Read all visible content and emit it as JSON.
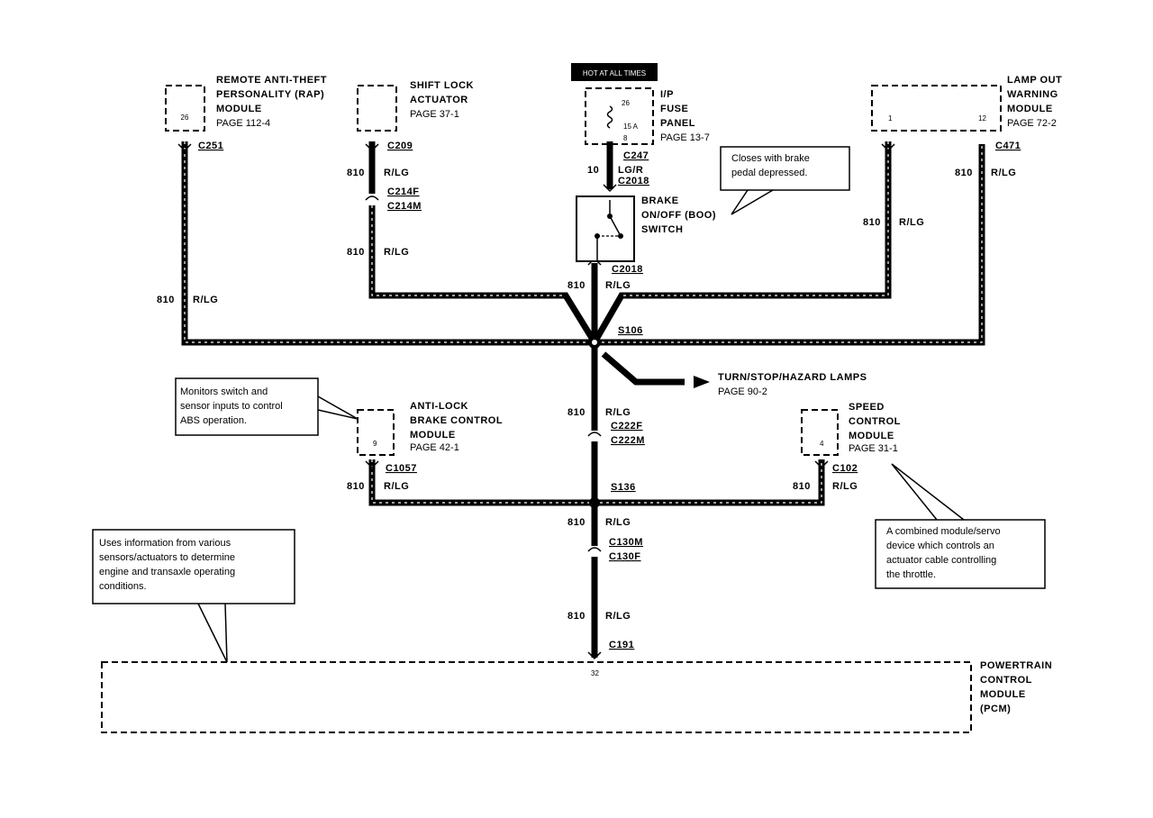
{
  "hot_label": "HOT AT ALL TIMES",
  "modules": {
    "rap": {
      "line1": "REMOTE ANTI-THEFT",
      "line2": "PERSONALITY (RAP)",
      "line3": "MODULE",
      "page": "PAGE 112-4",
      "pin": "26",
      "connector": "C251"
    },
    "shift_lock": {
      "line1": "SHIFT LOCK",
      "line2": "ACTUATOR",
      "page": "PAGE 37-1",
      "connector": "C209"
    },
    "fuse_panel": {
      "line1": "I/P",
      "line2": "FUSE",
      "line3": "PANEL",
      "page": "PAGE 13-7",
      "pin": "26",
      "fuse": "15 A",
      "pin2": "8",
      "connector": "C247"
    },
    "lamp_out": {
      "line1": "LAMP OUT",
      "line2": "WARNING",
      "line3": "MODULE",
      "page": "PAGE 72-2",
      "pin_left": "1",
      "pin_right": "12",
      "connector": "C471"
    },
    "boo": {
      "line1": "BRAKE",
      "line2": "ON/OFF (BOO)",
      "line3": "SWITCH",
      "connector_top": "C2018",
      "connector_bottom": "C2018"
    },
    "abs": {
      "line1": "ANTI-LOCK",
      "line2": "BRAKE CONTROL",
      "line3": "MODULE",
      "page": "PAGE 42-1",
      "pin": "9",
      "connector": "C1057"
    },
    "speed": {
      "line1": "SPEED",
      "line2": "CONTROL",
      "line3": "MODULE",
      "page": "PAGE 31-1",
      "pin": "4",
      "connector": "C102"
    },
    "pcm": {
      "line1": "POWERTRAIN",
      "line2": "CONTROL",
      "line3": "MODULE",
      "line4": "(PCM)",
      "pin": "32",
      "connector": "C191"
    }
  },
  "connectors": {
    "c214f": "C214F",
    "c214m": "C214M",
    "c222f": "C222F",
    "c222m": "C222M",
    "c130m": "C130M",
    "c130f": "C130F"
  },
  "splices": {
    "s106": "S106",
    "s136": "S136"
  },
  "wire": {
    "circuit": "810",
    "color": "R/LG",
    "fuse_circuit": "10",
    "fuse_color": "LG/R"
  },
  "turn_lamps": {
    "line1": "TURN/STOP/HAZARD LAMPS",
    "page": "PAGE 90-2"
  },
  "notes": {
    "boo": [
      "Closes with brake",
      "pedal depressed."
    ],
    "abs": [
      "Monitors switch and",
      "sensor inputs to control",
      "ABS operation."
    ],
    "pcm": [
      "Uses information from various",
      "sensors/actuators to determine",
      "engine and transaxle operating",
      "conditions."
    ],
    "speed": [
      "A combined module/servo",
      "device which controls an",
      "actuator cable controlling",
      "the throttle."
    ]
  }
}
